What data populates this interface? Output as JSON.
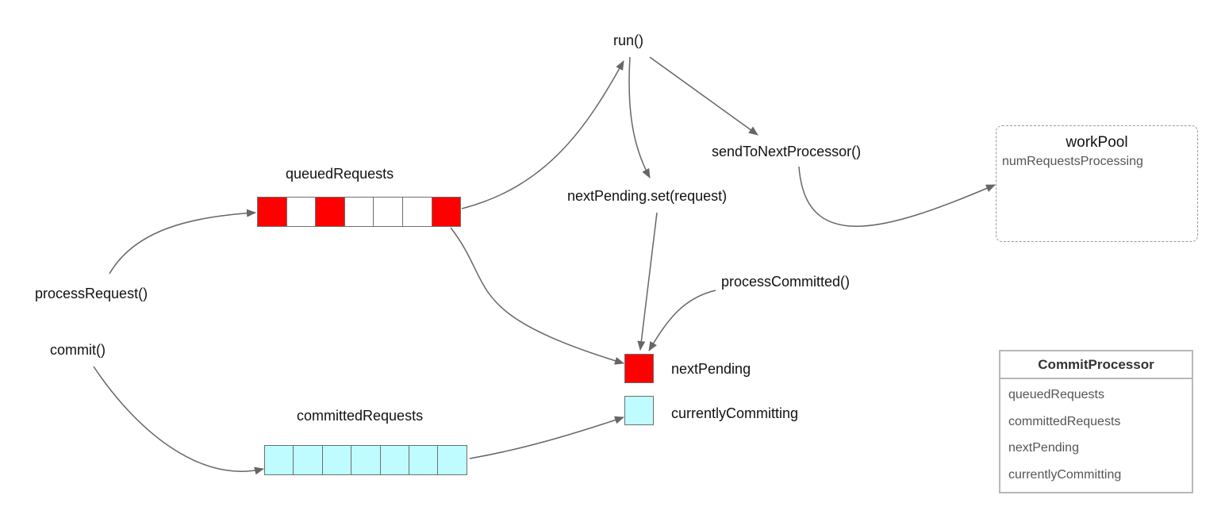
{
  "methods": {
    "run": "run()",
    "send_to_next": "sendToNextProcessor()",
    "next_pending_set": "nextPending.set(request)",
    "process_request": "processRequest()",
    "commit": "commit()",
    "process_committed": "processCommitted()"
  },
  "queues": {
    "queued_requests": {
      "label": "queuedRequests",
      "cells": [
        "filled",
        "empty",
        "filled",
        "empty",
        "empty",
        "empty",
        "filled"
      ]
    },
    "committed_requests": {
      "label": "committedRequests",
      "cells": [
        "filled",
        "filled",
        "filled",
        "filled",
        "filled",
        "filled",
        "filled"
      ]
    }
  },
  "slots": {
    "next_pending": "nextPending",
    "currently_committing": "currentlyCommitting"
  },
  "work_pool": {
    "title": "workPool",
    "field": "numRequestsProcessing"
  },
  "commit_processor": {
    "title": "CommitProcessor",
    "fields": [
      "queuedRequests",
      "committedRequests",
      "nextPending",
      "currentlyCommitting"
    ]
  },
  "colors": {
    "pending_fill": "#ff0000",
    "committed_fill": "#bffcff",
    "arrow": "#666666"
  }
}
